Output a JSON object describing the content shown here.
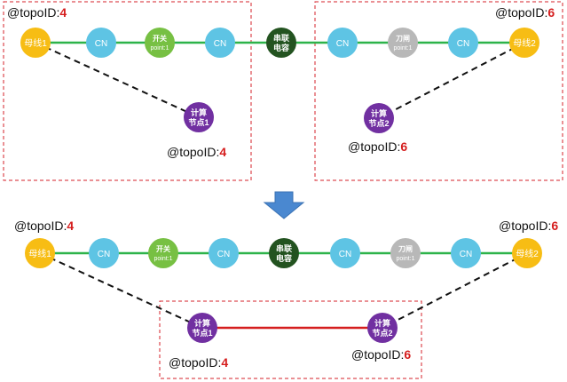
{
  "colors": {
    "bus": "#f7bd14",
    "cn": "#5ec4e4",
    "switch": "#77c043",
    "capacitor": "#235320",
    "knife_switch": "#b8b8b8",
    "compute": "#7130a1",
    "green_line": "#2db34a",
    "red_line": "#d51e1e",
    "dash_box": "#d6202a",
    "arrow": "#4a88d0",
    "topo_num": "#d51e1e"
  },
  "labels": {
    "topo_prefix": "@topoID:",
    "bus1": "母线1",
    "bus2": "母线2",
    "cn": "CN",
    "switch_title": "开关",
    "switch_sub": "point:1",
    "capacitor_line1": "串联",
    "capacitor_line2": "电容",
    "knife_title": "刀闸",
    "knife_sub": "point:1",
    "compute_line1": "计算",
    "compute1_line2": "节点1",
    "compute2_line2": "节点2"
  },
  "before": {
    "left_topo_top": "4",
    "left_topo_bottom": "4",
    "right_topo_top": "6",
    "right_topo_bottom": "6"
  },
  "after": {
    "topo_left": "4",
    "topo_right": "6",
    "compute1_topo": "4",
    "compute2_topo": "6"
  },
  "icons": {
    "transition_arrow": "down-arrow-icon"
  }
}
